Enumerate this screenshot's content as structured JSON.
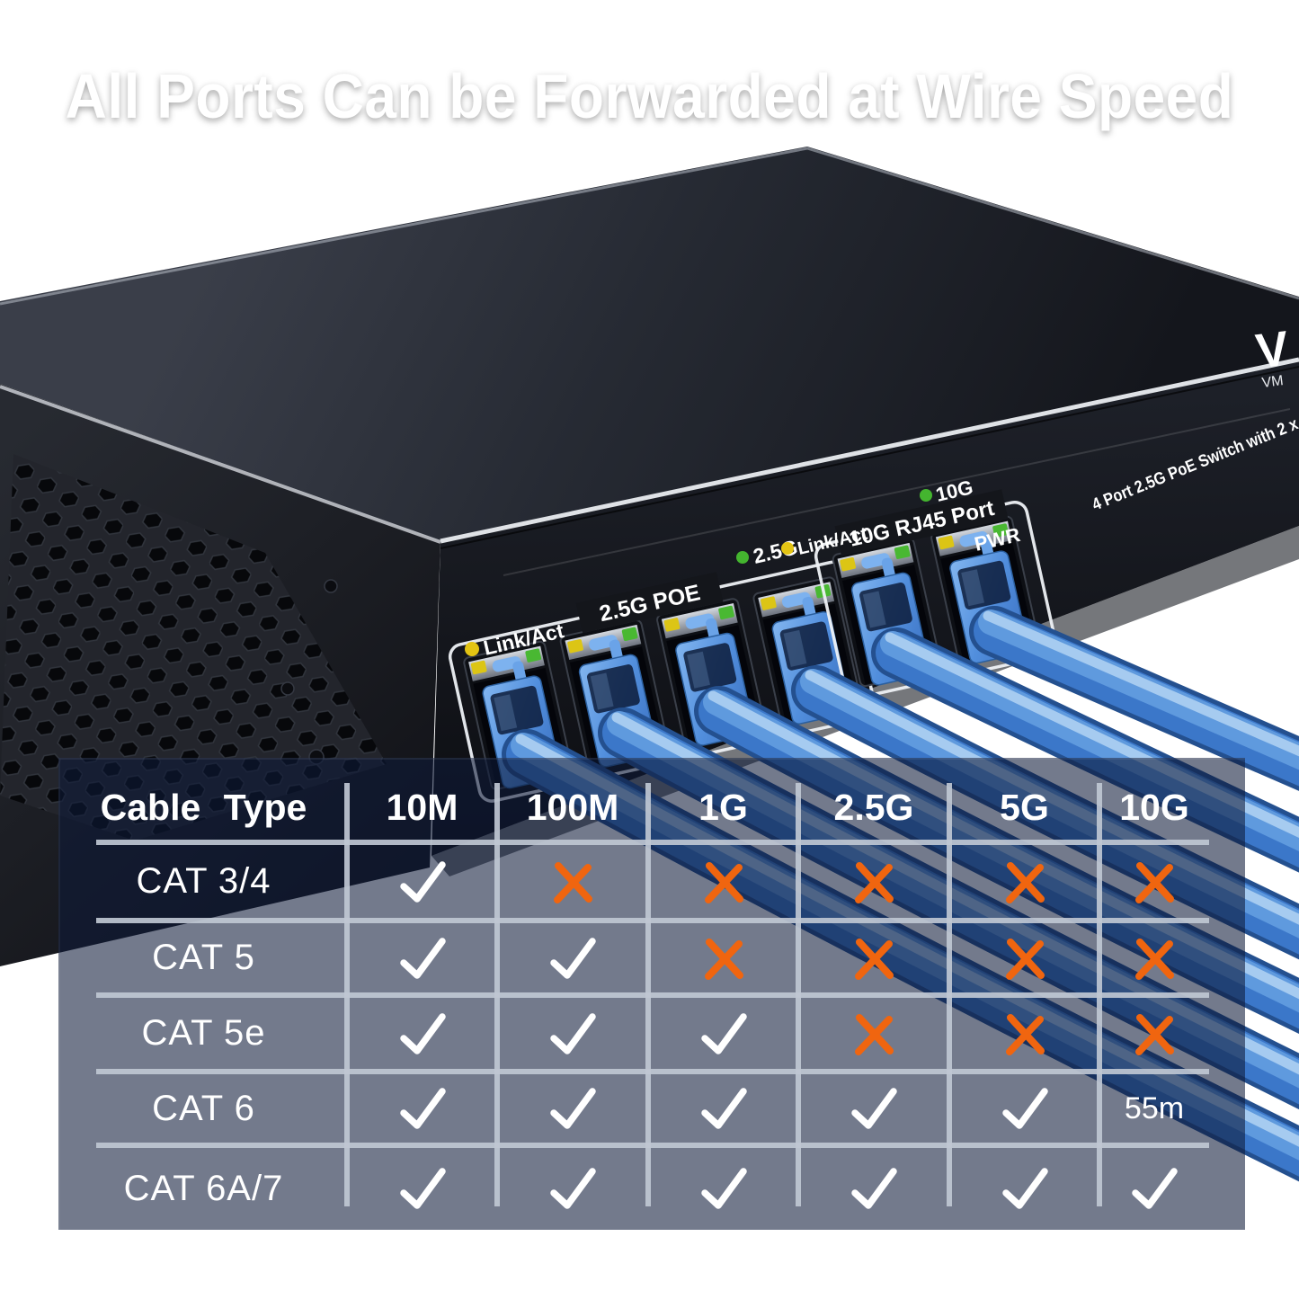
{
  "title": "All Ports Can be Forwarded at Wire Speed",
  "device": {
    "brand_partial": "V",
    "brand_sub_partial": "VM",
    "faceplate_text": "4 Port 2.5G PoE Switch with 2 x",
    "labels": {
      "link_act_1": "Link/Act",
      "poe_group": "2.5G POE",
      "speed_2_5g": "2.5G",
      "link_act_2": "Link/Act",
      "group_10g": "10G RJ45 Port",
      "speed_10g": "10G",
      "pwr": "PWR"
    },
    "led_colors": {
      "link_act": "#e3c413",
      "speed": "#44b52f"
    },
    "cable_color": "#3b77c9",
    "poe_port_count": 4,
    "uplink_port_count": 2
  },
  "table": {
    "headers": [
      "Cable Type",
      "10M",
      "100M",
      "1G",
      "2.5G",
      "5G",
      "10G"
    ],
    "rows": [
      {
        "label": "CAT 3/4",
        "cells": [
          "check",
          "cross",
          "cross",
          "cross",
          "cross",
          "cross"
        ]
      },
      {
        "label": "CAT 5",
        "cells": [
          "check",
          "check",
          "cross",
          "cross",
          "cross",
          "cross"
        ]
      },
      {
        "label": "CAT 5e",
        "cells": [
          "check",
          "check",
          "check",
          "cross",
          "cross",
          "cross"
        ]
      },
      {
        "label": "CAT 6",
        "cells": [
          "check",
          "check",
          "check",
          "check",
          "check",
          "55m"
        ]
      },
      {
        "label": "CAT 6A/7",
        "cells": [
          "check",
          "check",
          "check",
          "check",
          "check",
          "check"
        ]
      }
    ],
    "check_color": "#ffffff",
    "cross_color": "#f0650f"
  },
  "chart_data": {
    "type": "table",
    "title": "All Ports Can be Forwarded at Wire Speed",
    "columns": [
      "Cable Type",
      "10M",
      "100M",
      "1G",
      "2.5G",
      "5G",
      "10G"
    ],
    "rows": [
      [
        "CAT 3/4",
        "yes",
        "no",
        "no",
        "no",
        "no",
        "no"
      ],
      [
        "CAT 5",
        "yes",
        "yes",
        "no",
        "no",
        "no",
        "no"
      ],
      [
        "CAT 5e",
        "yes",
        "yes",
        "yes",
        "no",
        "no",
        "no"
      ],
      [
        "CAT 6",
        "yes",
        "yes",
        "yes",
        "yes",
        "yes",
        "55m"
      ],
      [
        "CAT 6A/7",
        "yes",
        "yes",
        "yes",
        "yes",
        "yes",
        "yes"
      ]
    ]
  }
}
